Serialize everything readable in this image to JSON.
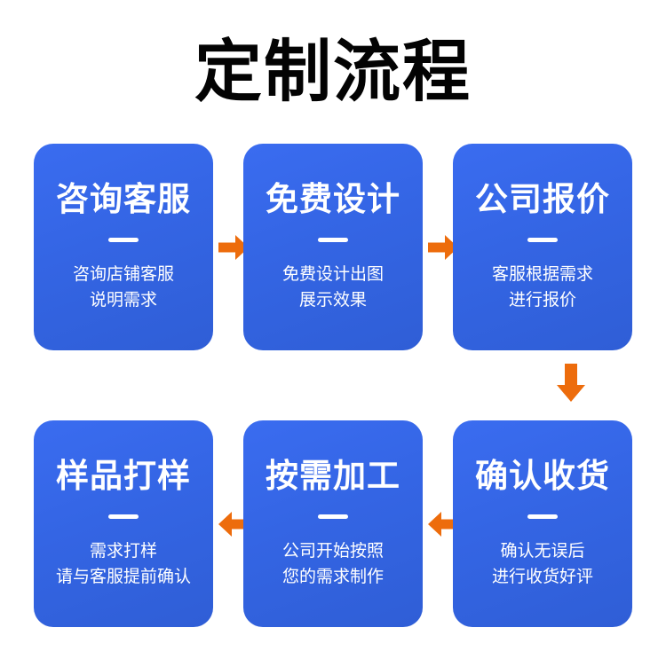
{
  "page": {
    "title": "定制流程",
    "background_color": "#ffffff",
    "title_color": "#030303",
    "card_color": "#3465e4",
    "accent_color": "#ed6c0c",
    "text_color": "#ffffff"
  },
  "flow": {
    "row_top": [
      {
        "step_title": "咨询客服",
        "step_desc": "咨询店铺客服\n说明需求"
      },
      {
        "step_title": "免费设计",
        "step_desc": "免费设计出图\n展示效果"
      },
      {
        "step_title": "公司报价",
        "step_desc": "客服根据需求\n进行报价"
      }
    ],
    "row_bottom": [
      {
        "step_title": "样品打样",
        "step_desc": "需求打样\n请与客服提前确认"
      },
      {
        "step_title": "按需加工",
        "step_desc": "公司开始按照\n您的需求制作"
      },
      {
        "step_title": "确认收货",
        "step_desc": "确认无误后\n进行收货好评"
      }
    ],
    "connectors": [
      {
        "name": "arrow-right-top-1",
        "direction": "right"
      },
      {
        "name": "arrow-right-top-2",
        "direction": "right"
      },
      {
        "name": "arrow-down-right",
        "direction": "down"
      },
      {
        "name": "arrow-left-bottom-1",
        "direction": "left"
      },
      {
        "name": "arrow-left-bottom-2",
        "direction": "left"
      }
    ]
  }
}
